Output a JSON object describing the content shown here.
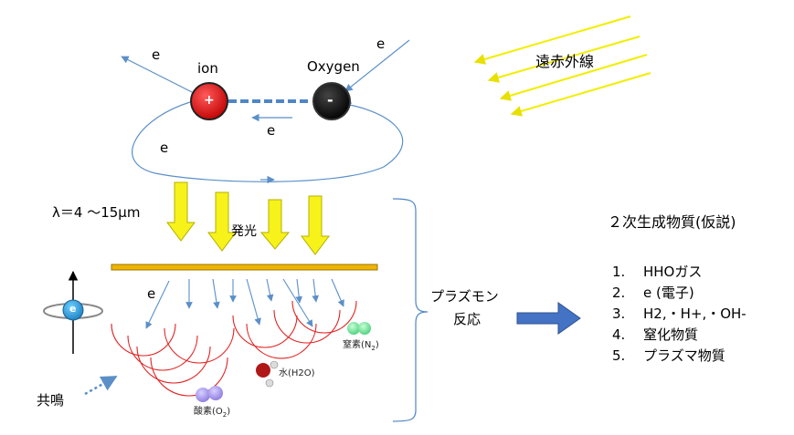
{
  "atom": {
    "e_top_left": "e",
    "e_top_right": "e",
    "ion_label": "ion",
    "oxygen_label": "Oxygen",
    "ion_sign": "+",
    "oxygen_sign": "-",
    "e_mid": "e",
    "e_loop": "e"
  },
  "infrared_label": "遠赤外線",
  "wavelength_label": "λ＝4 ～15μm",
  "emission_label": "発光",
  "electron_label": "e",
  "spin_label": "e",
  "resonance_label": "共鳴",
  "molecules": {
    "nitrogen": "窒素(N",
    "nitrogen_sub": "2",
    "nitrogen_close": ")",
    "water": "水(H2O)",
    "oxygen": "酸素(O",
    "oxygen_sub": "2",
    "oxygen_close": ")"
  },
  "reaction": {
    "line1": "プラズモン",
    "line2": "反応"
  },
  "products": {
    "title": "２次生成物質(仮説)",
    "items": [
      {
        "num": "1.",
        "text": "HHOガス"
      },
      {
        "num": "2.",
        "text": "e (電子)"
      },
      {
        "num": "3.",
        "text": "H2,・H+,・OH-"
      },
      {
        "num": "4.",
        "text": "窒化物質"
      },
      {
        "num": "5.",
        "text": "プラズマ物質"
      }
    ]
  },
  "colors": {
    "ion": "#e00000",
    "oxygen": "#111111",
    "arrow_blue": "#5b8fc8",
    "yellow": "#f7f21a",
    "bar": "#f0b400",
    "wave_red": "#e22222",
    "big_arrow": "#4472c4"
  }
}
